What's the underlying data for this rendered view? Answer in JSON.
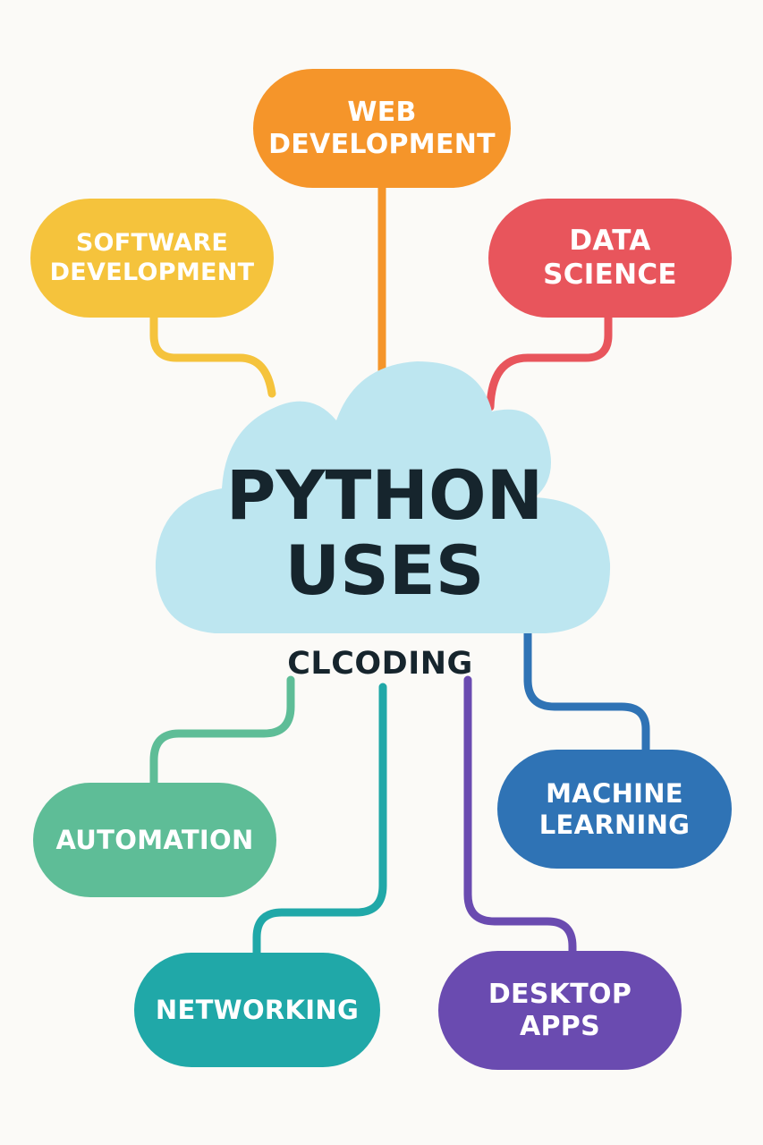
{
  "center": {
    "title_lines": [
      "PYTHON",
      "USES"
    ],
    "brand": "CLCODING",
    "cloud_color": "#bde6f0",
    "text_color": "#16252d"
  },
  "nodes": {
    "web_development": {
      "lines": [
        "WEB",
        "DEVELOPMENT"
      ],
      "color": "#f5952a"
    },
    "software_development": {
      "lines": [
        "SOFTWARE",
        "DEVELOPMENT"
      ],
      "color": "#f5c33c"
    },
    "data_science": {
      "lines": [
        "DATA",
        "SCIENCE"
      ],
      "color": "#e8555c"
    },
    "machine_learning": {
      "lines": [
        "MACHINE",
        "LEARNING"
      ],
      "color": "#2f73b5"
    },
    "automation": {
      "lines": [
        "AUTOMATION"
      ],
      "color": "#5ebd97"
    },
    "networking": {
      "lines": [
        "NETWORKING"
      ],
      "color": "#20a8a8"
    },
    "desktop_apps": {
      "lines": [
        "DESKTOP",
        "APPS"
      ],
      "color": "#6a4bb0"
    }
  }
}
